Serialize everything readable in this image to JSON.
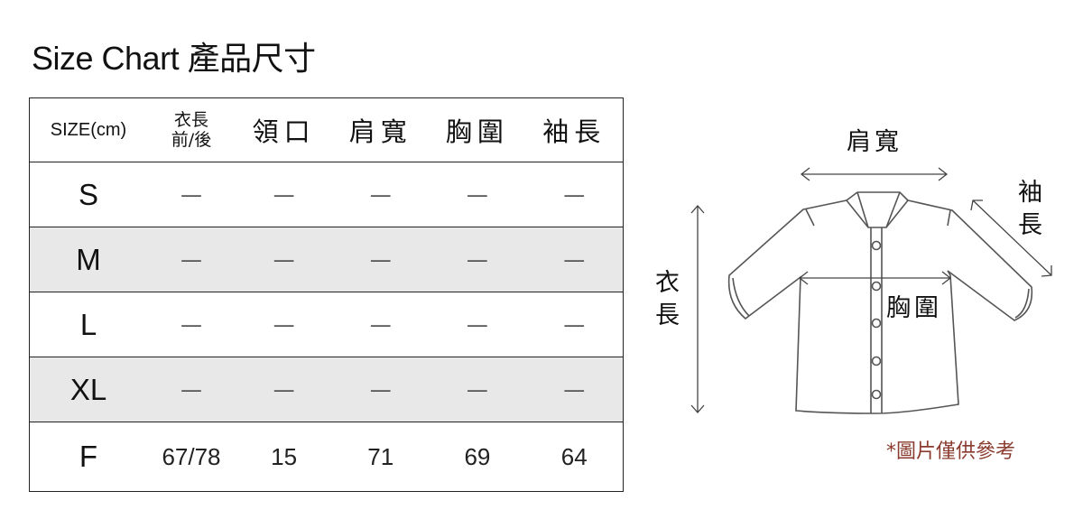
{
  "title": "Size Chart 產品尺寸",
  "table": {
    "headers": [
      "SIZE(cm)",
      "衣長\n前/後",
      "領口",
      "肩寬",
      "胸圍",
      "袖長"
    ],
    "header_length_line1": "衣長",
    "header_length_line2": "前/後",
    "rows": [
      {
        "size": "S",
        "values": [
          "—",
          "—",
          "—",
          "—",
          "—"
        ]
      },
      {
        "size": "M",
        "values": [
          "—",
          "—",
          "—",
          "—",
          "—"
        ]
      },
      {
        "size": "L",
        "values": [
          "—",
          "—",
          "—",
          "—",
          "—"
        ]
      },
      {
        "size": "XL",
        "values": [
          "—",
          "—",
          "—",
          "—",
          "—"
        ]
      },
      {
        "size": "F",
        "values": [
          "67/78",
          "15",
          "71",
          "69",
          "64"
        ]
      }
    ]
  },
  "diagram": {
    "shoulder": "肩寬",
    "sleeve_1": "袖",
    "sleeve_2": "長",
    "length_1": "衣",
    "length_2": "長",
    "chest": "胸圍"
  },
  "note": "*圖片僅供參考",
  "colors": {
    "note": "#8b3a2e",
    "stripe": "#e8e8e8"
  }
}
